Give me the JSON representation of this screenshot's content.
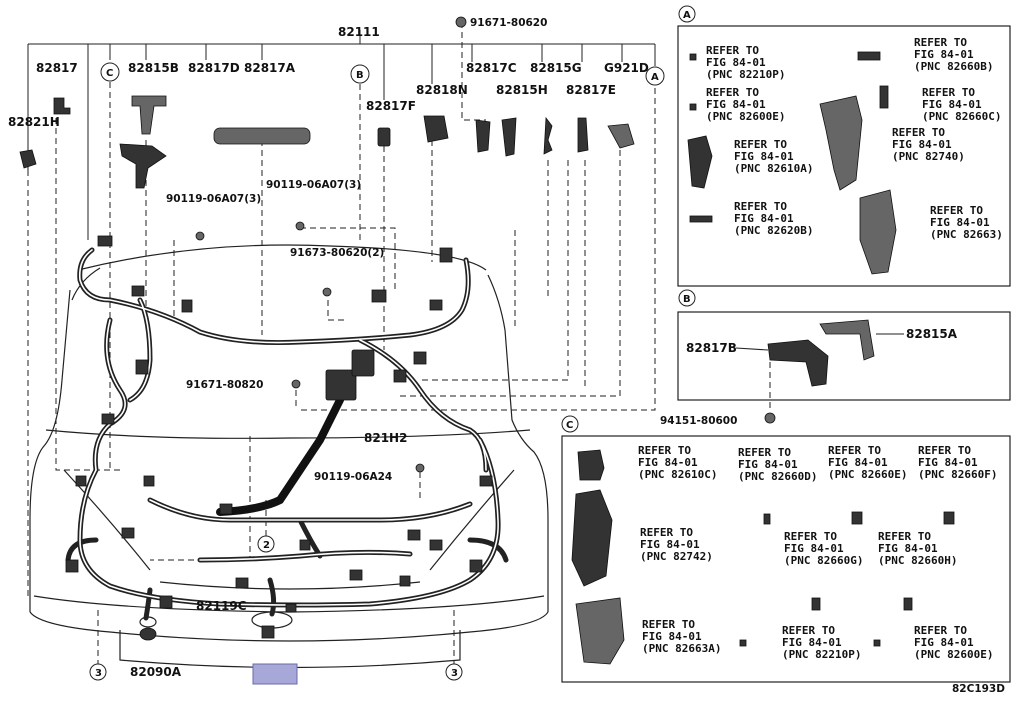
{
  "main_parts": {
    "p82111": "82111",
    "p91671_80620": "91671-80620",
    "p82817": "82817",
    "p82815B": "82815B",
    "p82817D": "82817D",
    "p82817A": "82817A",
    "p82821H": "82821H",
    "p82817F": "82817F",
    "p82818N": "82818N",
    "p82817C": "82817C",
    "p82815G": "82815G",
    "p82815H": "82815H",
    "p82817E": "82817E",
    "pG921D": "G921D",
    "p90119_a": "90119-06A07(3)",
    "p90119_b": "90119-06A07(3)",
    "p91673": "91673-80620(2)",
    "p91671_80820": "91671-80820",
    "p821H2": "821H2",
    "p90119_24": "90119-06A24",
    "p82119C": "82119C",
    "p82090A": "82090A",
    "p94151": "94151-80600",
    "p82815A": "82815A",
    "p82817B": "82817B"
  },
  "markers": {
    "A": "A",
    "B": "B",
    "C": "C",
    "n2": "2",
    "n3": "3"
  },
  "refer": {
    "line1": "REFER TO",
    "line2": "FIG 84-01",
    "a1": "(PNC 82210P)",
    "a2": "(PNC 82660B)",
    "a3": "(PNC 82600E)",
    "a4": "(PNC 82660C)",
    "a5": "(PNC 82610A)",
    "a6": "(PNC 82740)",
    "a7": "(PNC 82620B)",
    "a8": "(PNC 82663)",
    "c1": "(PNC 82610C)",
    "c2": "(PNC 82660D)",
    "c3": "(PNC 82660E)",
    "c4": "(PNC 82660F)",
    "c5": "(PNC 82742)",
    "c6": "(PNC 82660G)",
    "c7": "(PNC 82660H)",
    "c8": "(PNC 82663A)",
    "c9": "(PNC 82210P)",
    "c10": "(PNC 82600E)"
  },
  "figure_code": "82C193D",
  "colors": {
    "highlight": "#a8a8d8",
    "ink": "#222222"
  }
}
